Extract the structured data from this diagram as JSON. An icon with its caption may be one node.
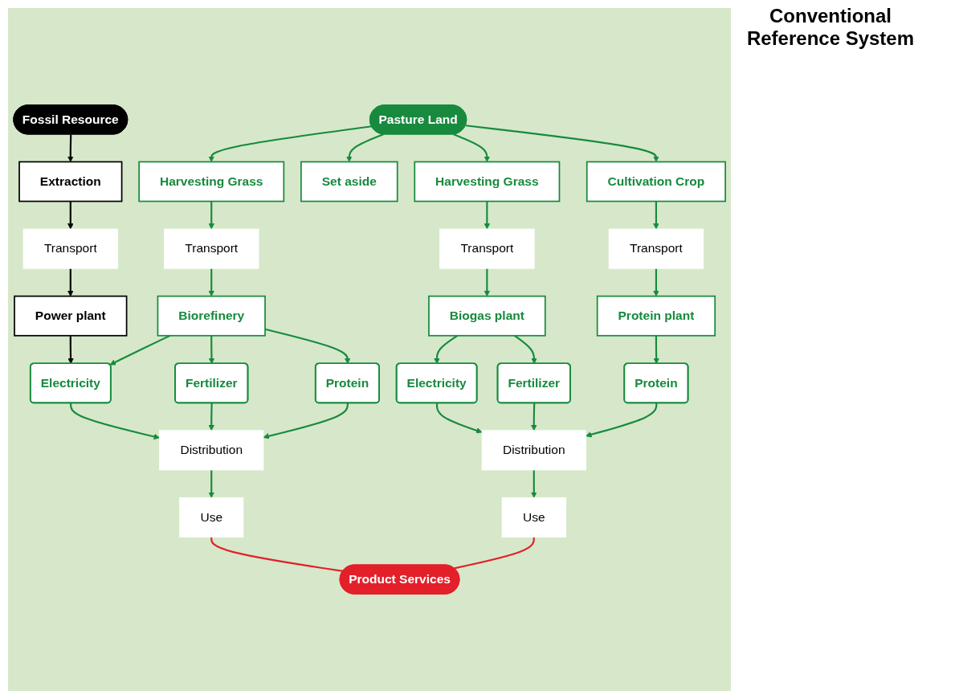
{
  "diagram": {
    "nodes": [
      {
        "text": [
          "Fossil Resource"
        ]
      },
      {
        "text": [
          "Pasture Land"
        ]
      },
      {
        "text": [
          "Extraction"
        ]
      },
      {
        "text": [
          "Harvesting Grass"
        ]
      },
      {
        "text": [
          "Set aside"
        ]
      },
      {
        "text": [
          "Transport"
        ]
      },
      {
        "text": [
          "Transport"
        ]
      },
      {
        "text": [
          "Power plant"
        ]
      },
      {
        "text": [
          "Biorefinery"
        ]
      },
      {
        "text": [
          "Electricity"
        ]
      },
      {
        "text": [
          "Fertilizer"
        ]
      },
      {
        "text": [
          "Protein"
        ]
      },
      {
        "text": [
          "Distribution"
        ]
      },
      {
        "text": [
          "Use"
        ]
      },
      {
        "text": [
          "Harvesting Grass"
        ]
      },
      {
        "text": [
          "Cultivation Crop"
        ]
      },
      {
        "text": [
          "Transport"
        ]
      },
      {
        "text": [
          "Transport"
        ]
      },
      {
        "text": [
          "Biogas plant"
        ]
      },
      {
        "text": [
          "Protein plant"
        ]
      },
      {
        "text": [
          "Electricity"
        ]
      },
      {
        "text": [
          "Fertilizer"
        ]
      },
      {
        "text": [
          "Protein"
        ]
      },
      {
        "text": [
          "Distribution"
        ]
      },
      {
        "text": [
          "Use"
        ]
      },
      {
        "text": [
          "Product Services"
        ]
      }
    ],
    "edges": [
      {
        "from": 0,
        "to": 2,
        "arrow": "to",
        "color": "#000000"
      },
      {
        "from": 1,
        "to": 3,
        "arrow": "to"
      },
      {
        "from": 1,
        "to": 4,
        "arrow": "to"
      },
      {
        "from": 1,
        "to": 14,
        "arrow": "to"
      },
      {
        "from": 1,
        "to": 15,
        "arrow": "to"
      },
      {
        "from": 2,
        "to": 5,
        "arrow": "to",
        "color": "#000000"
      },
      {
        "from": 3,
        "to": 6,
        "arrow": "to"
      },
      {
        "from": 5,
        "to": 7,
        "arrow": "to",
        "color": "#000000"
      },
      {
        "from": 6,
        "to": 8,
        "arrow": "to"
      },
      {
        "from": 7,
        "to": 9,
        "arrow": "to",
        "color": "#000000"
      },
      {
        "from": 8,
        "to": 9,
        "arrow": "to"
      },
      {
        "from": 8,
        "to": 10,
        "arrow": "to"
      },
      {
        "from": 8,
        "to": 11,
        "arrow": "to"
      },
      {
        "from": 9,
        "to": 12,
        "arrow": "to"
      },
      {
        "from": 10,
        "to": 12,
        "arrow": "to"
      },
      {
        "from": 11,
        "to": 12,
        "arrow": "to"
      },
      {
        "from": 12,
        "to": 13,
        "arrow": "to"
      },
      {
        "from": 14,
        "to": 16,
        "arrow": "to"
      },
      {
        "from": 15,
        "to": 17,
        "arrow": "to"
      },
      {
        "from": 16,
        "to": 18,
        "arrow": "to"
      },
      {
        "from": 17,
        "to": 19,
        "arrow": "to"
      },
      {
        "from": 18,
        "to": 20,
        "arrow": "to"
      },
      {
        "from": 18,
        "to": 21,
        "arrow": "to"
      },
      {
        "from": 19,
        "to": 22,
        "arrow": "to"
      },
      {
        "from": 20,
        "to": 23,
        "arrow": "to"
      },
      {
        "from": 21,
        "to": 23,
        "arrow": "to"
      },
      {
        "from": 22,
        "to": 23,
        "arrow": "to"
      },
      {
        "from": 23,
        "to": 24,
        "arrow": "to"
      },
      {
        "from": 13,
        "to": 25,
        "arrow": "none",
        "color": "#e3202a"
      },
      {
        "from": 24,
        "to": 25,
        "arrow": "none",
        "color": "#e3202a"
      }
    ],
    "labels": [
      "Conventional Reference System"
    ]
  }
}
